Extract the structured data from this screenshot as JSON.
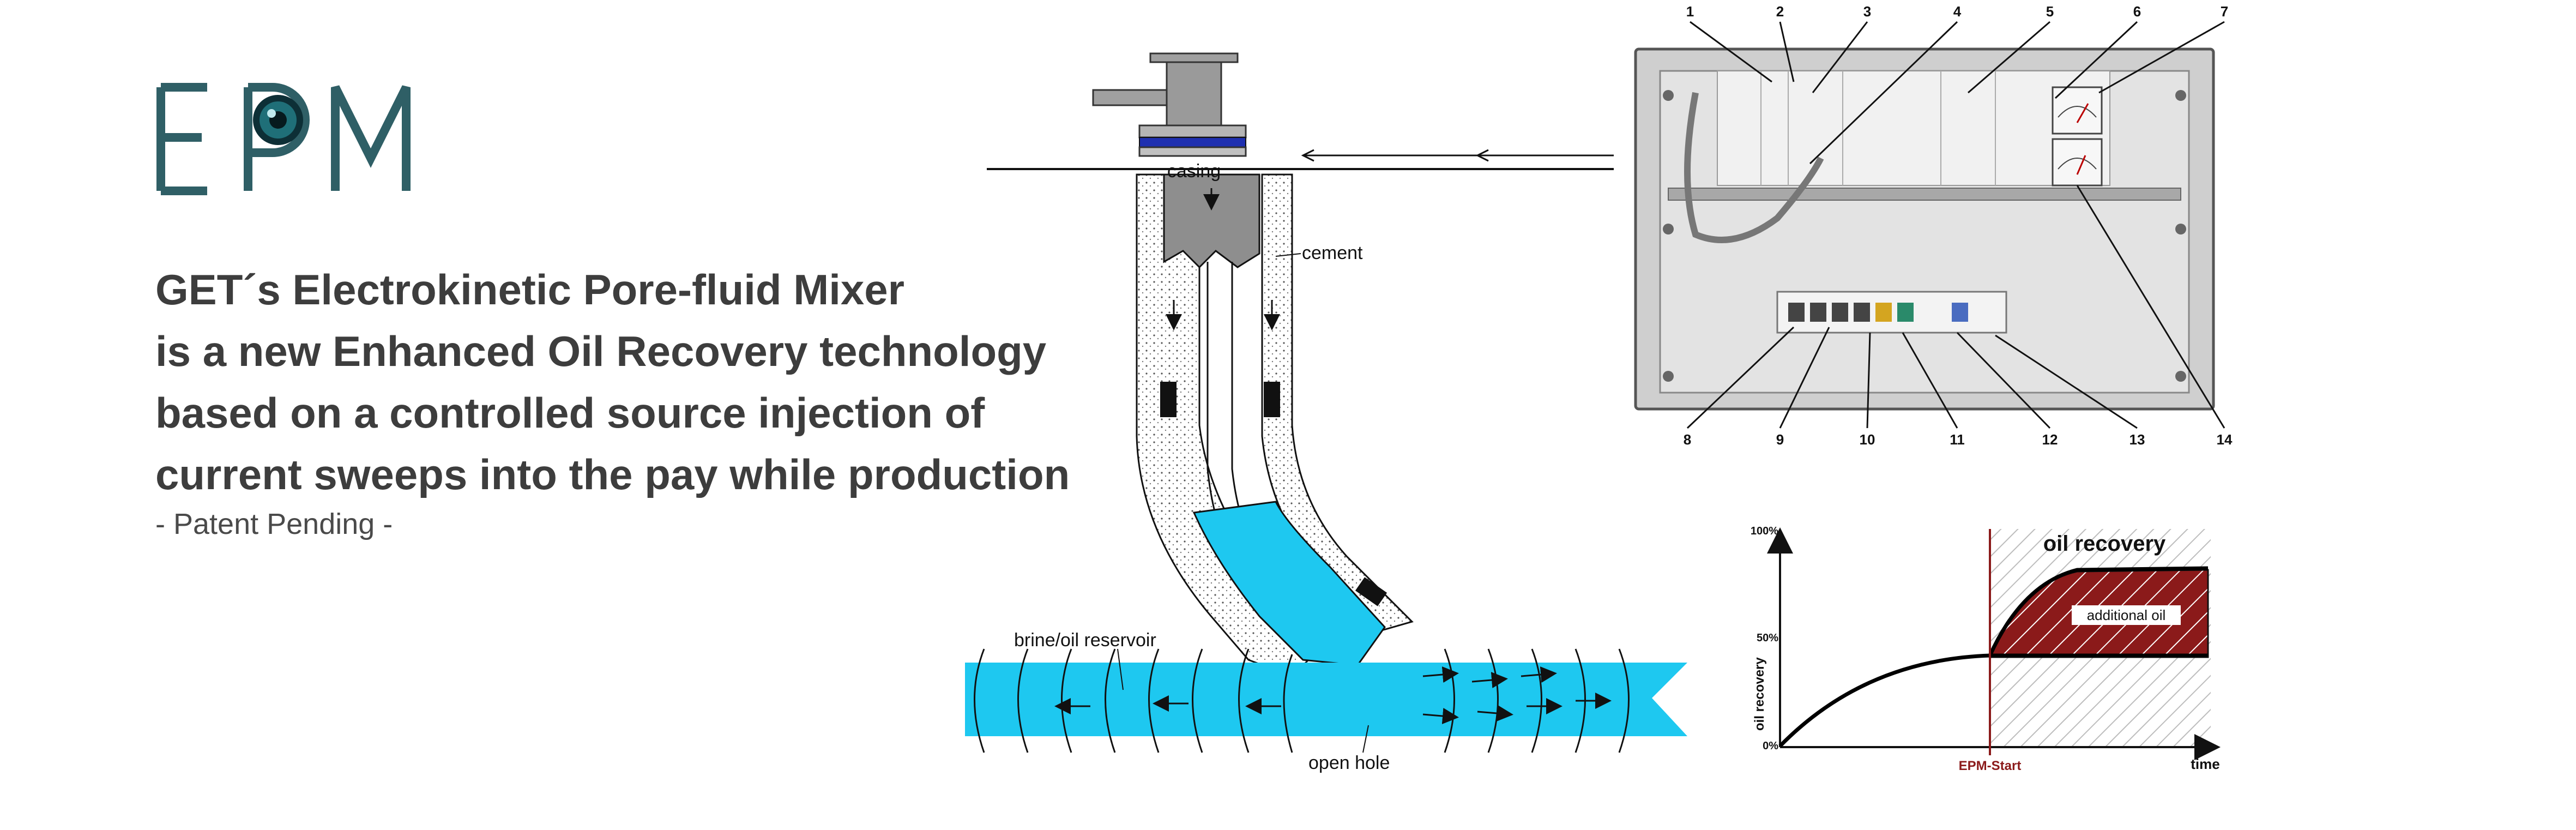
{
  "logo": {
    "text": "EPM"
  },
  "headline": {
    "lines": [
      "GET´s Electrokinetic Pore-fluid Mixer",
      "is a new Enhanced Oil Recovery technology",
      "based on a controlled source injection of",
      "current sweeps into the pay while production"
    ],
    "note": "- Patent Pending -"
  },
  "well_diagram": {
    "casing_label": "casing",
    "cement_label": "cement",
    "reservoir_label": "brine/oil reservoir",
    "open_hole_label": "open hole",
    "fluid_color": "#1ec8f0"
  },
  "control_panel": {
    "callouts_top": [
      "1",
      "2",
      "3",
      "4",
      "5",
      "6",
      "7"
    ],
    "callouts_bottom": [
      "8",
      "9",
      "10",
      "11",
      "12",
      "13",
      "14"
    ]
  },
  "chart_data": {
    "type": "area",
    "title": "oil recovery",
    "xlabel": "time",
    "ylabel": "oil recovery",
    "y_ticks": [
      "100%",
      "50%",
      "0%"
    ],
    "event_label": "EPM-Start",
    "region_label": "additional oil",
    "colors": {
      "additional_oil": "#8b1a1a",
      "event_line": "#8b1a1a",
      "curve": "#000000"
    }
  }
}
